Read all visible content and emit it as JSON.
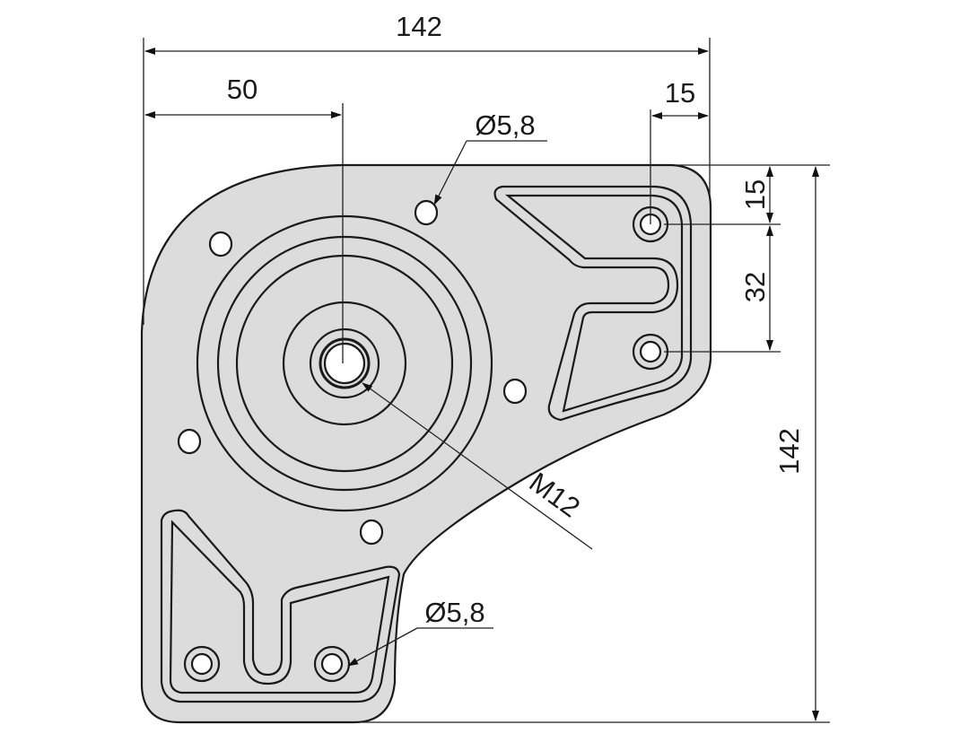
{
  "drawing": {
    "plate_color": "#dcdcdc",
    "dimensions": {
      "overall_width": "142",
      "center_offset": "50",
      "right_hole_offset_x": "15",
      "top_hole_offset_y": "15",
      "hole_spacing": "32",
      "overall_height": "142"
    },
    "callouts": {
      "hole_top": "Ø5,8",
      "center_thread": "M12",
      "hole_bottom": "Ø5,8"
    }
  }
}
